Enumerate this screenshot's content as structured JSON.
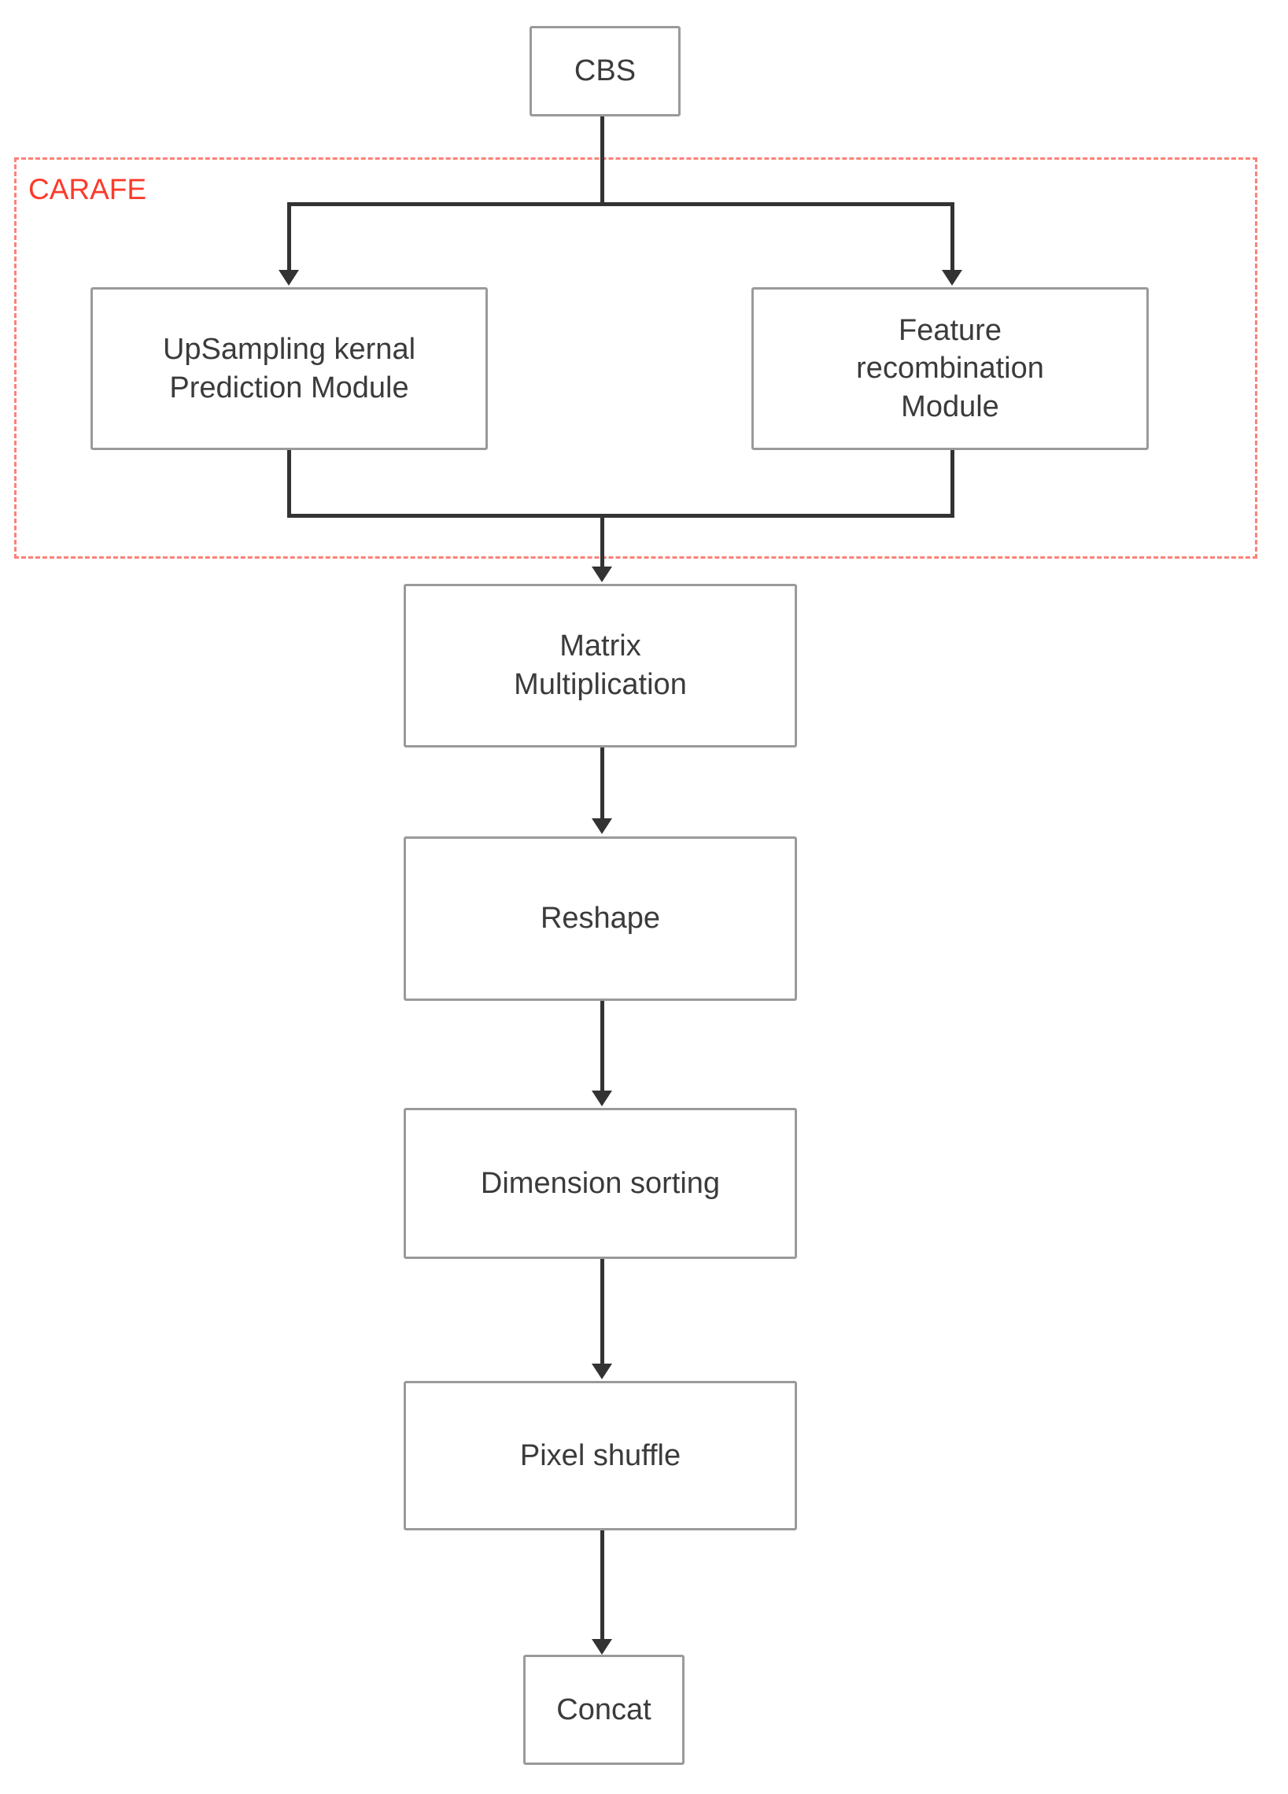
{
  "diagram": {
    "title": "CARAFE upsampling module flowchart",
    "colors": {
      "node_border": "#9a9a9a",
      "node_text": "#3b3b3b",
      "edge": "#333333",
      "group_border": "#fb8178",
      "group_label": "#fb3b2b",
      "background": "#ffffff"
    },
    "group": {
      "label": "CARAFE"
    },
    "nodes": {
      "cbs": "CBS",
      "upsampling_kernel_prediction": "UpSampling kernal\nPrediction Module",
      "feature_recombination": "Feature\nrecombination\nModule",
      "matrix_multiplication": "Matrix\nMultiplication",
      "reshape": "Reshape",
      "dimension_sorting": "Dimension sorting",
      "pixel_shuffle": "Pixel shuffle",
      "concat": "Concat"
    }
  }
}
